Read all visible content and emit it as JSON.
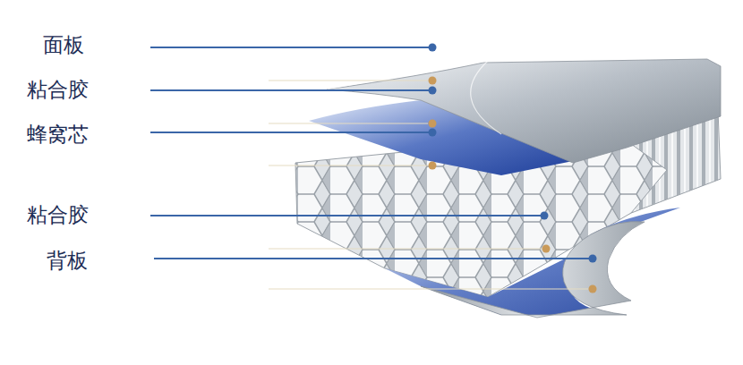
{
  "diagram": {
    "labels": [
      "面板",
      "粘合胶",
      "蜂窝芯",
      "粘合胶",
      "背板"
    ]
  }
}
